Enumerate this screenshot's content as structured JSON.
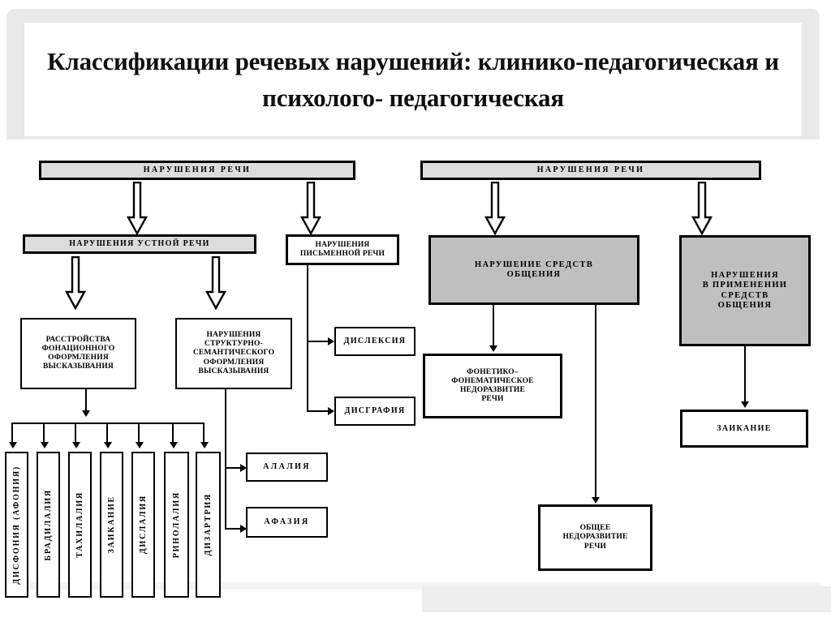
{
  "title": {
    "text": "Классификации речевых нарушений:\nклинико-педагогическая и психолого-\nпедагогическая"
  },
  "colors": {
    "box_border": "#000000",
    "header_fill_light": "#dcdcdc",
    "header_fill_mid": "#bfbfbf",
    "page_background": "#ffffff",
    "frame": "#f0f0f0"
  },
  "left_classification": {
    "root": {
      "label": "НАРУШЕНИЯ  РЕЧИ"
    },
    "level1": [
      {
        "label": "НАРУШЕНИЯ УСТНОЙ РЕЧИ"
      },
      {
        "label": "НАРУШЕНИЯ\nПИСЬМЕННОЙ РЕЧИ"
      }
    ],
    "oral_branches": [
      {
        "label": "РАССТРОЙСТВА\nФОНАЦИОННОГО\nОФОРМЛЕНИЯ\nВЫСКАЗЫВАНИЯ"
      },
      {
        "label": "НАРУШЕНИЯ\nСТРУКТУРНО-\nСЕМАНТИЧЕСКОГО\nОФОРМЛЕНИЯ\nВЫСКАЗЫВАНИЯ"
      }
    ],
    "phonation_disorders": [
      {
        "label": "ДИСФОНИЯ (АФОНИЯ)"
      },
      {
        "label": "БРАДИЛАЛИЯ"
      },
      {
        "label": "ТАХИЛАЛИЯ"
      },
      {
        "label": "ЗАИКАНИЕ"
      },
      {
        "label": "ДИСЛАЛИЯ"
      },
      {
        "label": "РИНОЛАЛИЯ"
      },
      {
        "label": "ДИЗАРТРИЯ"
      }
    ],
    "structural_disorders": [
      {
        "label": "АЛАЛИЯ"
      },
      {
        "label": "АФАЗИЯ"
      }
    ],
    "written_disorders": [
      {
        "label": "ДИСЛЕКСИЯ"
      },
      {
        "label": "ДИСГРАФИЯ"
      }
    ]
  },
  "right_classification": {
    "root": {
      "label": "НАРУШЕНИЯ  РЕЧИ"
    },
    "level1": [
      {
        "label": "НАРУШЕНИЕ  СРЕДСТВ\nОБЩЕНИЯ"
      },
      {
        "label": "НАРУШЕНИЯ\nВ ПРИМЕНЕНИИ\nСРЕДСТВ\nОБЩЕНИЯ"
      }
    ],
    "means_disorders": [
      {
        "label": "ФОНЕТИКО–\nФОНЕМАТИЧЕСКОЕ\nНЕДОРАЗВИТИЕ\nРЕЧИ"
      },
      {
        "label": "ОБЩЕЕ\nНЕДОРАЗВИТИЕ\nРЕЧИ"
      }
    ],
    "application_disorders": [
      {
        "label": "ЗАИКАНИЕ"
      }
    ]
  }
}
